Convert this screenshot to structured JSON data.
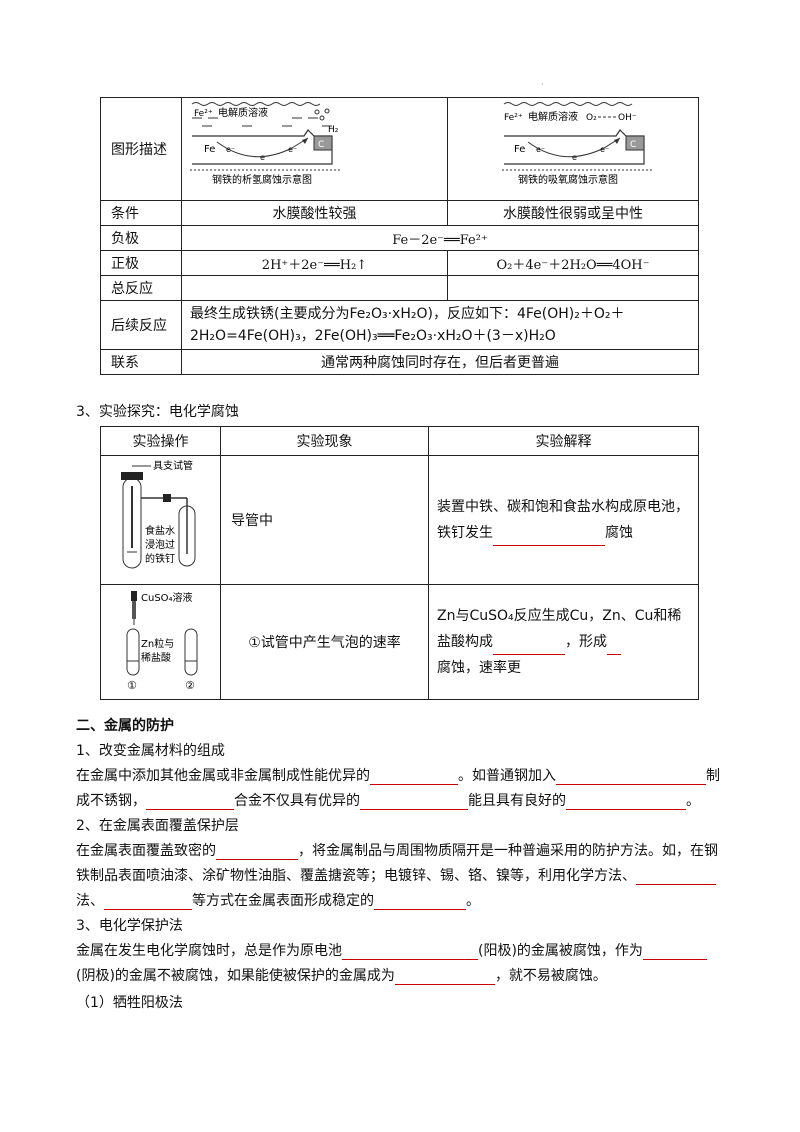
{
  "table1": {
    "diagram_row_label": "图形描述",
    "diagram_left": {
      "label_fe2": "Fe²⁺",
      "label_electrolyte": "电解质溶液",
      "label_h2": "H₂",
      "label_fe": "Fe",
      "label_e": "e⁻",
      "label_c": "C",
      "caption": "钢铁的析氢腐蚀示意图"
    },
    "diagram_right": {
      "label_fe2": "Fe²⁺",
      "label_electrolyte": "电解质溶液",
      "label_o2": "O₂",
      "label_oh": "OH⁻",
      "label_fe": "Fe",
      "label_e": "e⁻",
      "label_c": "C",
      "caption": "钢铁的吸氧腐蚀示意图"
    },
    "rows": {
      "condition_label": "条件",
      "condition_left": "水膜酸性较强",
      "condition_right": "水膜酸性很弱或呈中性",
      "negative_label": "负极",
      "negative_text": "Fe－2e⁻══Fe²⁺",
      "positive_label": "正极",
      "positive_left": "2H⁺＋2e⁻══H₂↑",
      "positive_right": "O₂＋4e⁻＋2H₂O══4OH⁻",
      "total_label": "总反应",
      "followup_label": "后续反应",
      "followup_line1": "最终生成铁锈(主要成分为Fe₂O₃·xH₂O)，反应如下：4Fe(OH)₂＋O₂＋",
      "followup_line2": "2H₂O=4Fe(OH)₃，2Fe(OH)₃══Fe₂O₃·xH₂O＋(3－x)H₂O",
      "relation_label": "联系",
      "relation_text": "通常两种腐蚀同时存在，但后者更普遍"
    }
  },
  "section3_title": "3、实验探究：电化学腐蚀",
  "table2": {
    "headers": [
      "实验操作",
      "实验现象",
      "实验解释"
    ],
    "row1": {
      "img_label_tube": "具支试管",
      "img_label_nail1": "食盐水",
      "img_label_nail2": "浸泡过",
      "img_label_nail3": "的铁钉",
      "phenomenon": "导管中",
      "explain_1": "装置中铁、碳和饱和食盐水构成原电池，",
      "explain_2a": "铁钉发生",
      "explain_2b": "腐蚀"
    },
    "row2": {
      "img_label_cuso4": "CuSO₄溶液",
      "img_label_zn1": "Zn粒与",
      "img_label_zn2": "稀盐酸",
      "img_num1": "①",
      "img_num2": "②",
      "phenomenon": "①试管中产生气泡的速率",
      "explain_1": "Zn与CuSO₄反应生成Cu，Zn、Cu和稀",
      "explain_2a": "盐酸构成",
      "explain_2b": "，形成",
      "explain_3": "腐蚀，速率更"
    }
  },
  "part2": {
    "title": "二、金属的防护",
    "s1_title": "1、改变金属材料的组成",
    "s1_l1a": "在金属中添加其他金属或非金属制成性能优异的",
    "s1_l1b": "。如普通钢加入",
    "s1_l1c": "制",
    "s1_l2a": "成不锈钢，",
    "s1_l2b": "合金不仅具有优异的",
    "s1_l2c": "能且具有良好的",
    "s1_l2d": "。",
    "s2_title": "2、在金属表面覆盖保护层",
    "s2_l1a": "在金属表面覆盖致密的",
    "s2_l1b": "，将金属制品与周围物质隔开是一种普遍采用的防护方法。如，在钢",
    "s2_l2": "铁制品表面喷油漆、涂矿物性油脂、覆盖搪瓷等；电镀锌、锡、铬、镍等，利用化学方法、",
    "s2_l3a": "法、",
    "s2_l3b": "等方式在金属表面形成稳定的",
    "s2_l3c": "。",
    "s3_title": "3、电化学保护法",
    "s3_l1a": "金属在发生电化学腐蚀时，总是作为原电池",
    "s3_l1b": "(阳极)的金属被腐蚀，作为",
    "s3_l2a": "(阴极)的金属不被腐蚀，如果能使被保护的金属成为",
    "s3_l2b": "，就不易被腐蚀。",
    "s3_sub1": "（1）牺牲阳极法"
  }
}
